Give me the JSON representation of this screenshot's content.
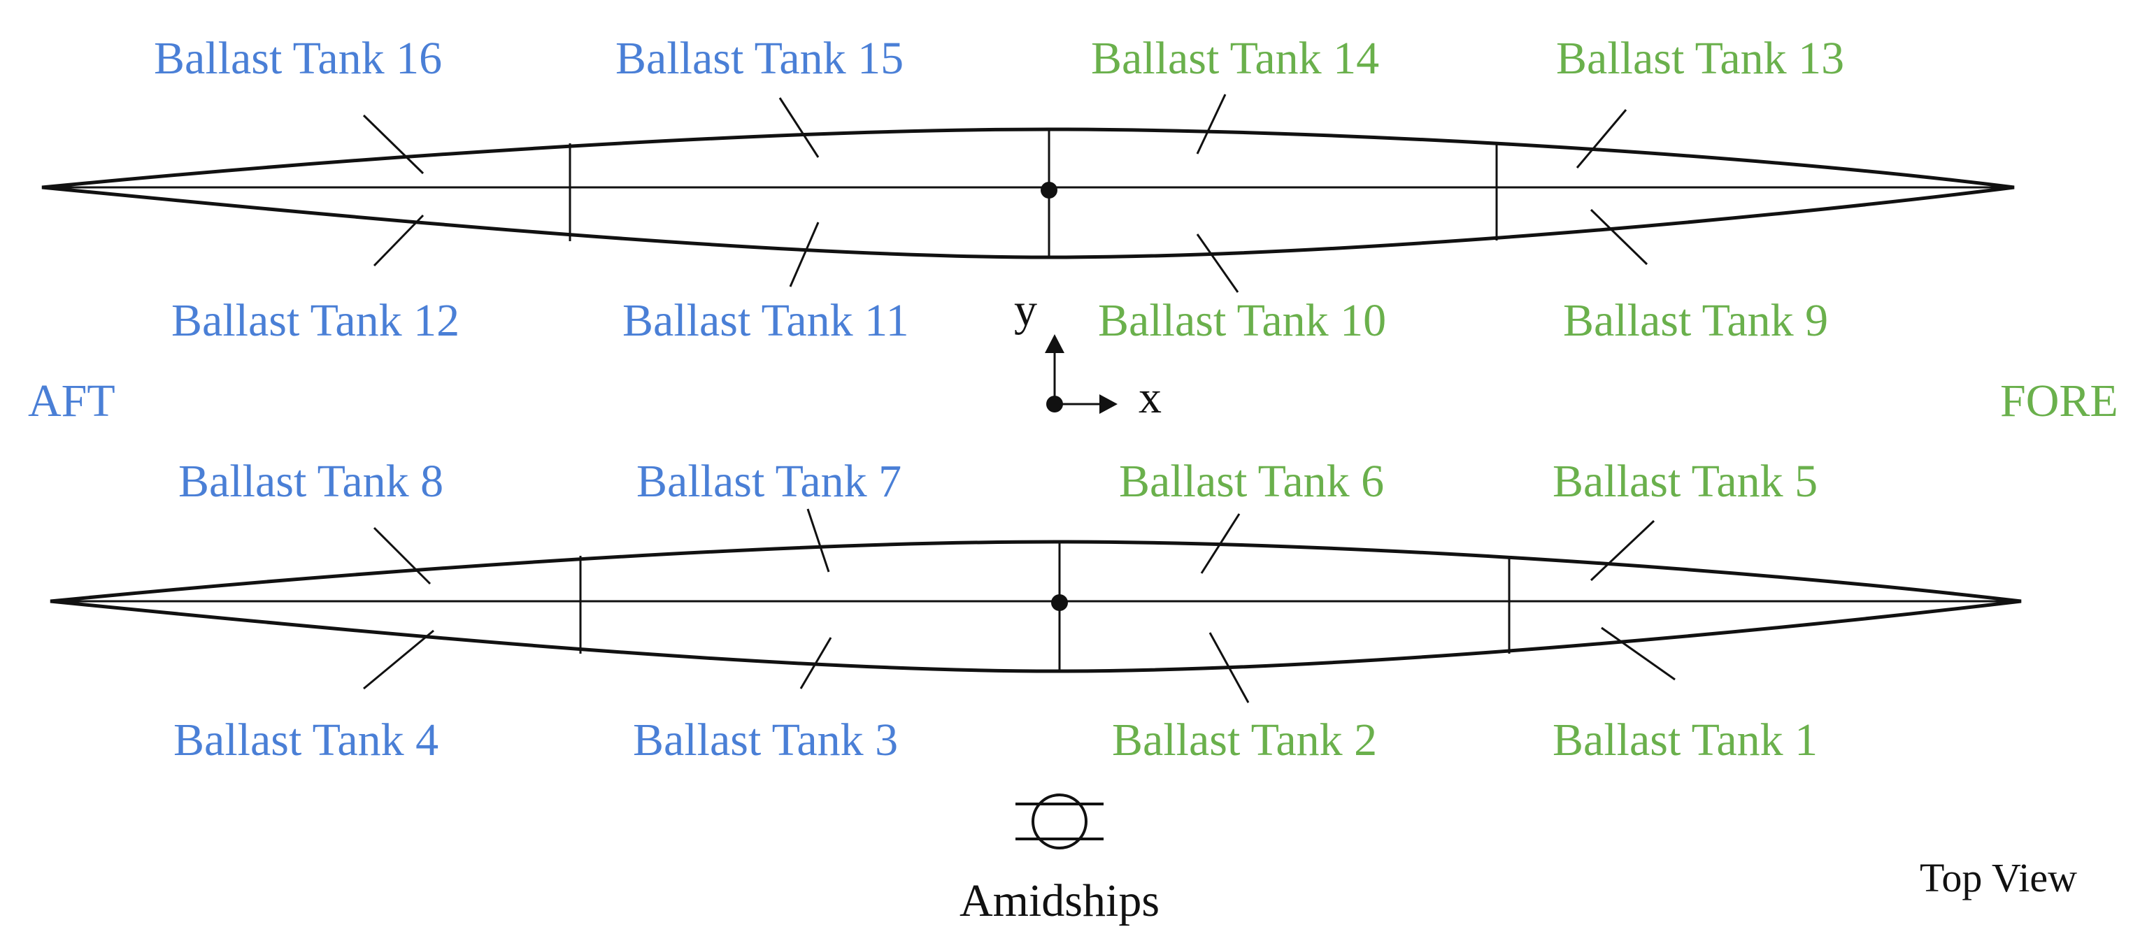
{
  "diagram": {
    "top_view_label": "Top View",
    "aft_label": "AFT",
    "fore_label": "FORE",
    "amidships_label": "Amidships",
    "axis_x_label": "x",
    "axis_y_label": "y",
    "colors": {
      "aft_side": "#4a7fd6",
      "fore_side": "#6ab04c",
      "lines": "#111111"
    },
    "upper_hull": {
      "top_labels": [
        "Ballast Tank 16",
        "Ballast Tank 15",
        "Ballast Tank 14",
        "Ballast Tank 13"
      ],
      "bottom_labels": [
        "Ballast Tank 12",
        "Ballast Tank 11",
        "Ballast Tank 10",
        "Ballast Tank 9"
      ]
    },
    "lower_hull": {
      "top_labels": [
        "Ballast Tank 8",
        "Ballast Tank 7",
        "Ballast Tank 6",
        "Ballast Tank 5"
      ],
      "bottom_labels": [
        "Ballast Tank 4",
        "Ballast Tank 3",
        "Ballast Tank 2",
        "Ballast Tank 1"
      ]
    }
  }
}
